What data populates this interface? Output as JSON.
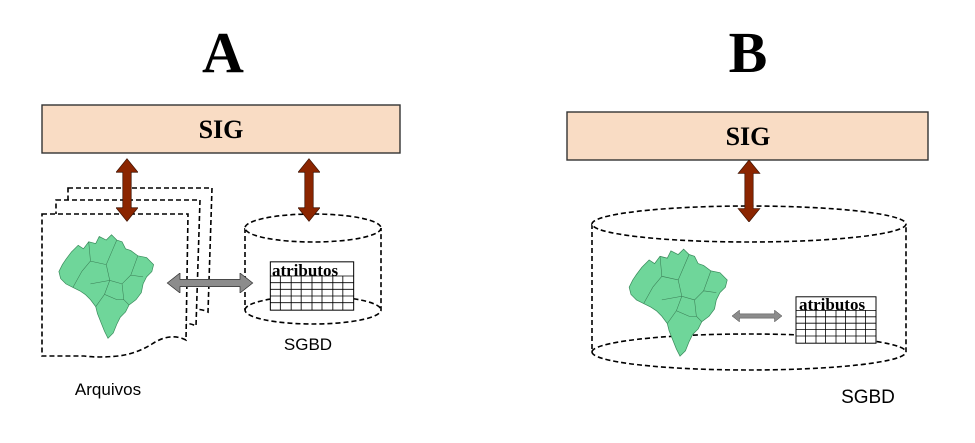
{
  "panels": {
    "a": {
      "letter": "A",
      "sig_label": "SIG",
      "attributes_label": "atributos",
      "sgbd_label": "SGBD",
      "files_label": "Arquivos"
    },
    "b": {
      "letter": "B",
      "sig_label": "SIG",
      "attributes_label": "atributos",
      "sgbd_label": "SGBD"
    }
  },
  "colors": {
    "sig_box_fill": "#f9dcc4",
    "vertical_arrow": "#8b2500",
    "horizontal_arrow": "#8c8c8c",
    "map_fill": "#6fd69a"
  },
  "icons": {
    "map": "brazil-map-icon",
    "table": "attribute-table-icon",
    "files": "file-stack-icon",
    "database": "database-cylinder-icon"
  }
}
